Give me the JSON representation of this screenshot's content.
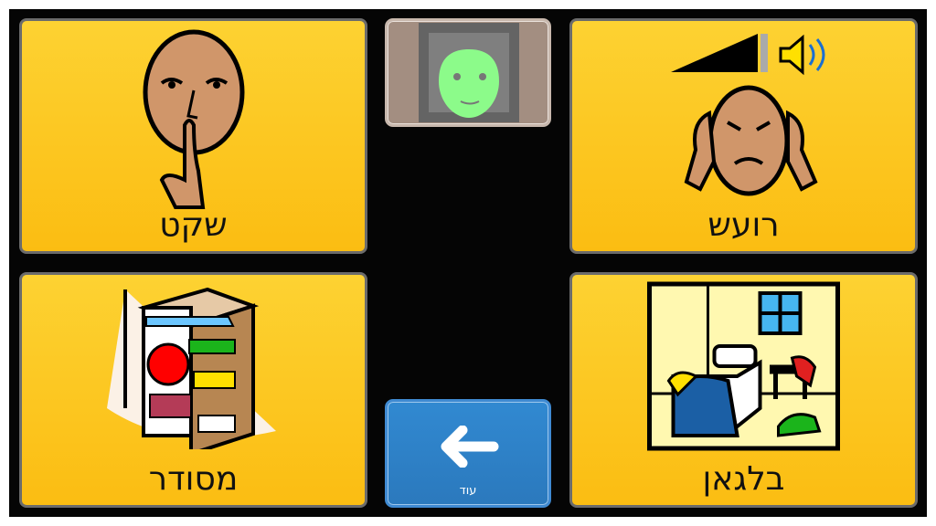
{
  "tiles": [
    {
      "label": "שקט",
      "icon": "shush-face-icon"
    },
    {
      "label": "רועש",
      "icon": "noisy-covering-ears-icon"
    },
    {
      "label": "מסודר",
      "icon": "tidy-shelf-icon"
    },
    {
      "label": "בלגאן",
      "icon": "messy-room-icon"
    }
  ],
  "face_button": {
    "icon": "smiling-face-icon"
  },
  "back_button": {
    "label": "עוד",
    "icon": "arrow-left-icon"
  },
  "colors": {
    "tile": "#fcc522",
    "back": "#2f83c9",
    "face_bg": "#a38e81",
    "face": "#8cfb8a"
  }
}
